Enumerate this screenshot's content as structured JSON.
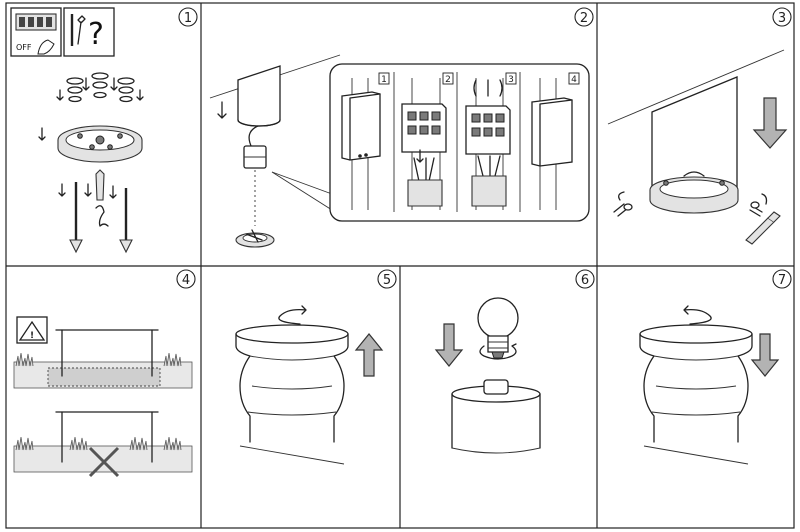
{
  "steps": [
    {
      "number": "1"
    },
    {
      "number": "2"
    },
    {
      "number": "3"
    },
    {
      "number": "4"
    },
    {
      "number": "5"
    },
    {
      "number": "6"
    },
    {
      "number": "7"
    }
  ],
  "step1": {
    "switch_label": "OFF",
    "help_symbol": "?"
  },
  "step2": {
    "substeps": [
      "1",
      "2",
      "3",
      "4"
    ]
  },
  "step4": {
    "warning_symbol": "!"
  },
  "icons": {
    "down": "arrow-down-icon",
    "up": "arrow-up-icon",
    "rotate": "rotate-arrow-icon",
    "warning": "warning-triangle-icon",
    "forbidden": "cross-icon",
    "bulb": "light-bulb-icon"
  },
  "colors": {
    "line": "#222222",
    "arrow_fill": "#b3b3b3",
    "background": "#ffffff"
  }
}
